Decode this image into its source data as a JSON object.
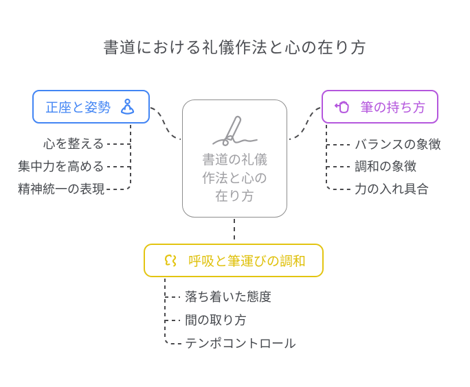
{
  "title": "書道における礼儀作法と心の在り方",
  "center": {
    "label": "書道の礼儀作法と心の在り方",
    "icon": "signature-pen-icon"
  },
  "branches": [
    {
      "id": "seiza-posture",
      "label": "正座と姿勢",
      "color": "#4285f4",
      "icon": "meditation-person-icon",
      "items": [
        "心を整える",
        "集中力を高める",
        "精神統一の表現"
      ]
    },
    {
      "id": "brush-grip",
      "label": "筆の持ち方",
      "color": "#b456dd",
      "icon": "hand-grip-icon",
      "items": [
        "バランスの象徴",
        "調和の象徴",
        "力の入れ具合"
      ]
    },
    {
      "id": "breath-brush-harmony",
      "label": "呼吸と筆運びの調和",
      "color": "#e3c411",
      "icon": "breathing-face-icon",
      "items": [
        "落ち着いた態度",
        "間の取り方",
        "テンポコントロール"
      ]
    }
  ],
  "colors": {
    "background": "#ffffff",
    "title_text": "#4b4d52",
    "center_outline": "#8d8d8d",
    "center_text": "#9e9ea2",
    "leaf_text": "#45484d",
    "connector": "#4a4a4d",
    "blue_accent": "#4285f4",
    "purple_accent": "#b456dd",
    "yellow_accent": "#e3c411"
  }
}
